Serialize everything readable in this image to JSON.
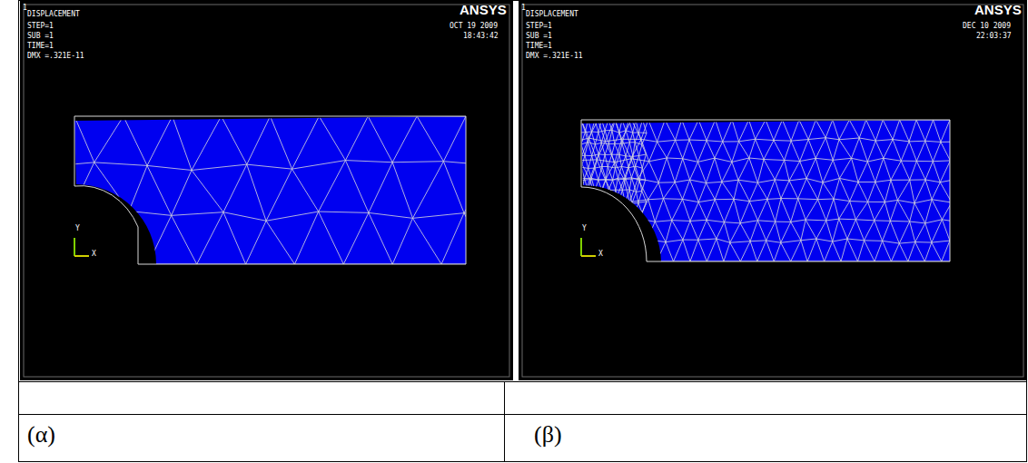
{
  "diagram": {
    "labels": [
      "1",
      "DISPLACEMENT",
      "STEP=1",
      "SUB =1",
      "TIME=1",
      "DMX =.321E-11",
      "ANSYS",
      "OCT 19 2009",
      "18:43:42",
      "Y",
      "X",
      "1",
      "DISPLACEMENT",
      "STEP=1",
      "SUB =1",
      "TIME=1",
      "DMX =.321E-11",
      "ANSYS",
      "DEC 10 2009",
      "22:03:37",
      "Y",
      "X",
      "(α)",
      "(β)"
    ]
  }
}
